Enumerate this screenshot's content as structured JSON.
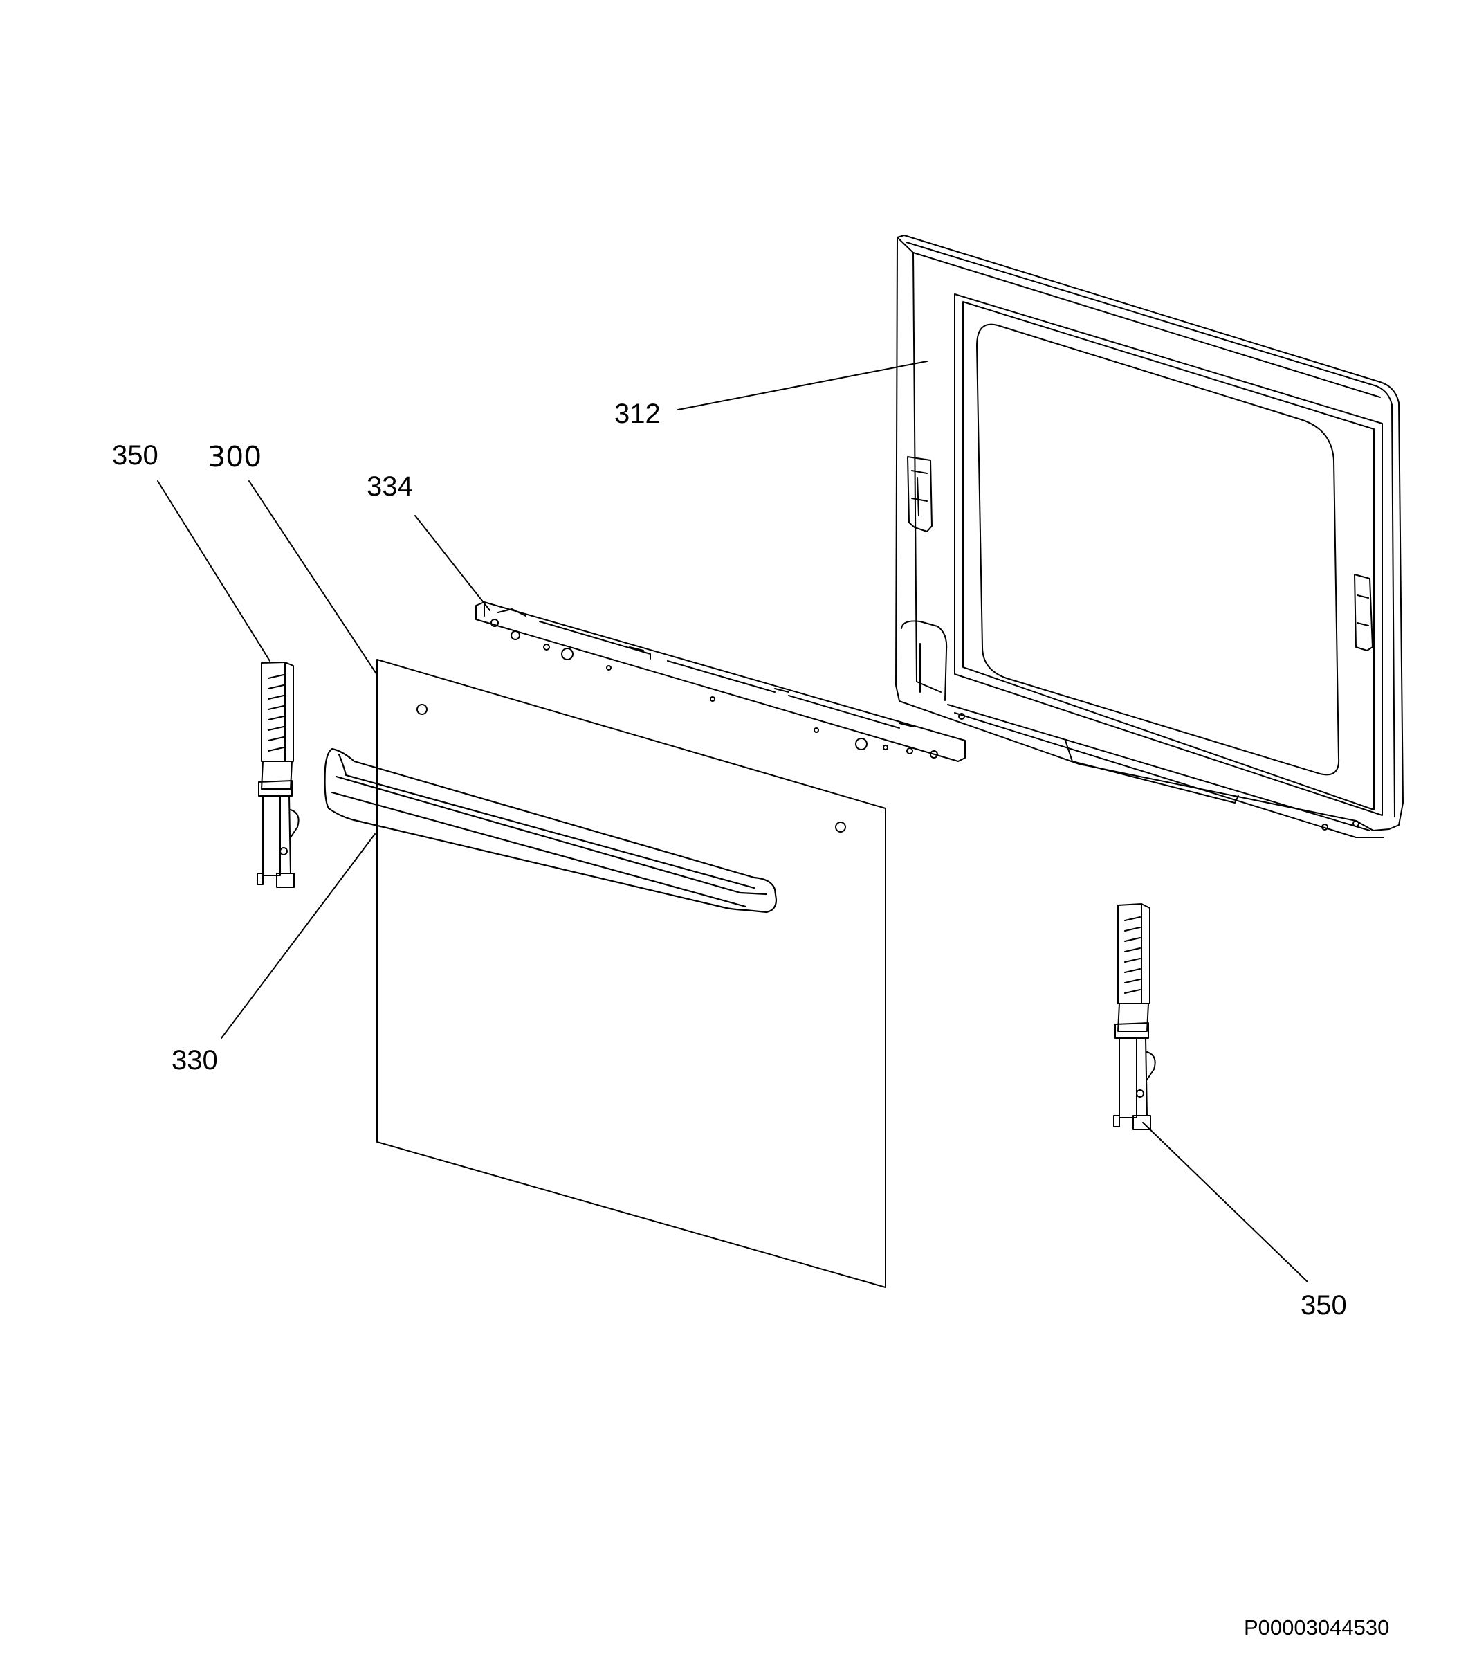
{
  "callouts": {
    "c312": "312",
    "c350_top": "350",
    "c300": "300",
    "c334": "334",
    "c330": "330",
    "c350_bottom": "350"
  },
  "reference_code": "P00003044530",
  "colors": {
    "line": "#000000",
    "background": "#ffffff"
  }
}
